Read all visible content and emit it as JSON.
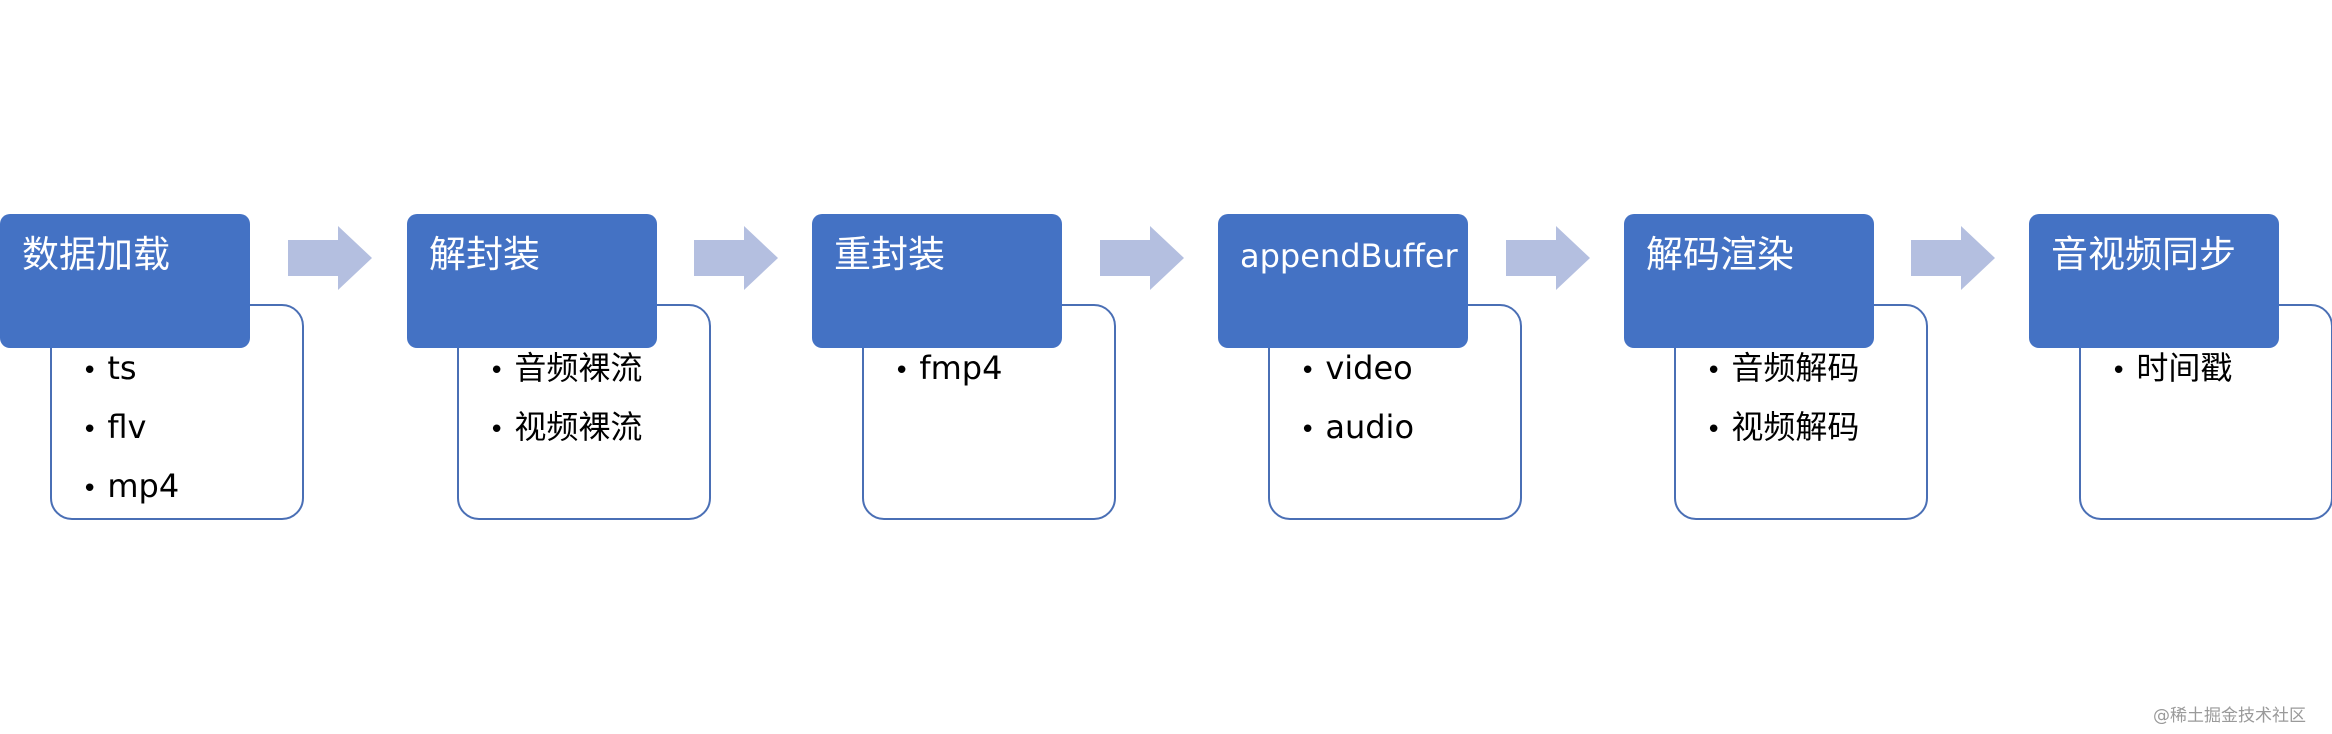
{
  "steps": [
    {
      "title": "数据加载",
      "items": [
        "ts",
        "flv",
        "mp4"
      ]
    },
    {
      "title": "解封装",
      "items": [
        "音频裸流",
        "视频裸流"
      ]
    },
    {
      "title": "重封装",
      "items": [
        "fmp4"
      ]
    },
    {
      "title": "appendBuffer",
      "items": [
        "video",
        "audio"
      ]
    },
    {
      "title": "解码渲染",
      "items": [
        "音频解码",
        "视频解码"
      ]
    },
    {
      "title": "音视频同步",
      "items": [
        "时间戳"
      ]
    }
  ],
  "colors": {
    "header_fill": "#4472c4",
    "card_border": "#4a6fb5",
    "arrow_fill": "#b4bfe0"
  },
  "watermark": "@稀土掘金技术社区"
}
